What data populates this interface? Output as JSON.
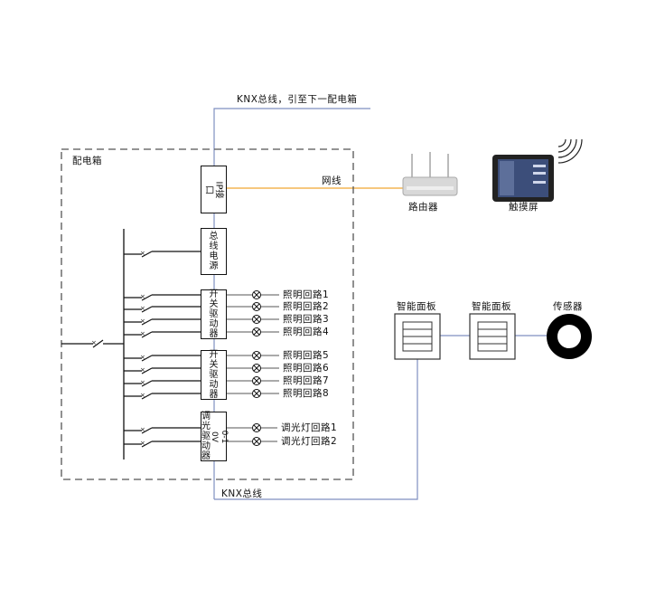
{
  "diagram": {
    "kind": "KNX smart lighting wiring diagram",
    "top_bus_label": "KNX总线，引至下一配电箱",
    "cabinet_label": "配电箱",
    "network_cable_label": "网线",
    "bottom_bus_label": "KNX总线",
    "modules": [
      {
        "id": "ip-interface",
        "label": "IP接口"
      },
      {
        "id": "bus-power",
        "label": "总线电源"
      },
      {
        "id": "switch-actuator-1",
        "label": "开关驱动器"
      },
      {
        "id": "switch-actuator-2",
        "label": "开关驱动器"
      },
      {
        "id": "dimmer-actuator",
        "label_col1": "调光驱动器",
        "label_col2": "0-10V"
      }
    ],
    "circuits_group1": [
      "照明回路1",
      "照明回路2",
      "照明回路3",
      "照明回路4"
    ],
    "circuits_group2": [
      "照明回路5",
      "照明回路6",
      "照明回路7",
      "照明回路8"
    ],
    "dimmer_circuits": [
      "调光灯回路1",
      "调光灯回路2"
    ],
    "devices": {
      "router": "路由器",
      "touchscreen": "触摸屏",
      "panel1": "智能面板",
      "panel2": "智能面板",
      "sensor": "传感器"
    },
    "colors": {
      "knx_bus": "#7f8fc0",
      "network": "#f0a830",
      "wire": "#111111",
      "dashed_border": "#555555"
    }
  }
}
